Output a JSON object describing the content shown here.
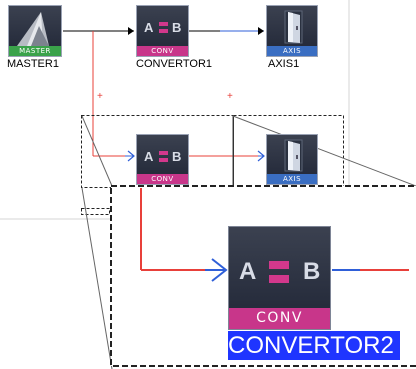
{
  "colors": {
    "master_strip": "#3aa24a",
    "conv_strip": "#c8368a",
    "axis_strip": "#3a6ec2",
    "link_red": "#e8403a",
    "link_blue": "#2f5fd8",
    "selection_blue": "#1f35ff"
  },
  "blocks": {
    "master": {
      "strip": "MASTER",
      "label": "MASTER1",
      "icon": "master-triangle-icon"
    },
    "convertor1": {
      "glyph_a": "A",
      "glyph_b": "B",
      "strip": "CONV",
      "label": "CONVERTOR1",
      "icon": "convertor-icon"
    },
    "axis1": {
      "strip": "AXIS",
      "label": "AXIS1",
      "icon": "axis-door-icon"
    },
    "convertor2": {
      "glyph_a": "A",
      "glyph_b": "B",
      "strip": "CONV",
      "icon": "convertor-icon"
    },
    "axis2": {
      "strip": "AXIS",
      "icon": "axis-door-icon"
    }
  },
  "zoom": {
    "block": {
      "glyph_a": "A",
      "glyph_b": "B",
      "strip": "CONV",
      "icon": "convertor-icon"
    },
    "label": "CONVERTOR2"
  },
  "markers": {
    "plus": "+"
  }
}
